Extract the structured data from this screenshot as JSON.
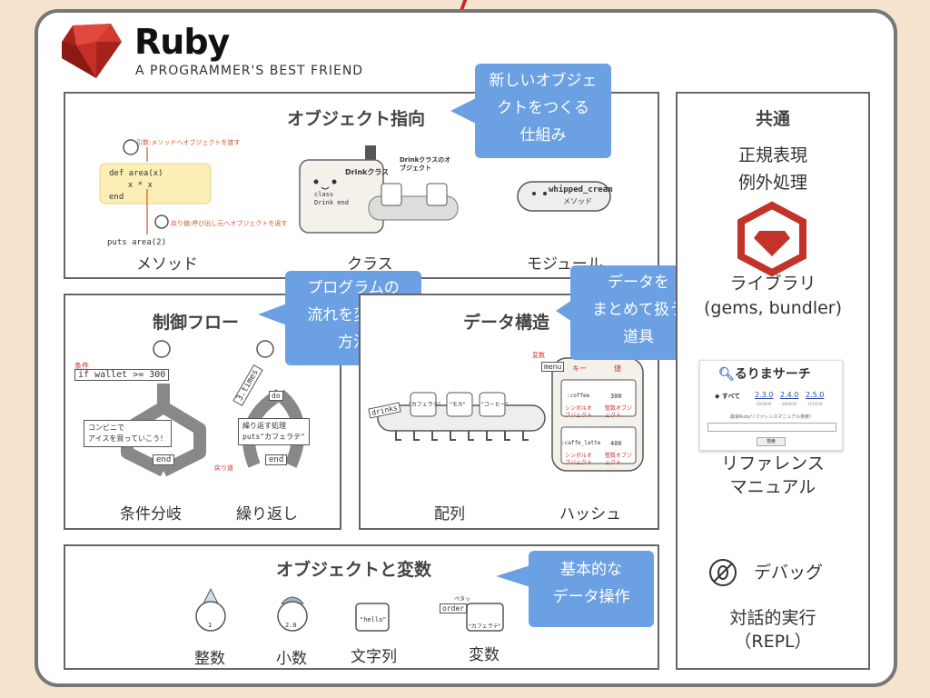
{
  "header": {
    "logo_title": "Ruby",
    "tagline": "A PROGRAMMER'S BEST FRIEND"
  },
  "colors": {
    "accent_red": "#cc342d",
    "bubble_blue": "#6ba0e3",
    "background": "#f6e3cd",
    "panel_border": "#666666"
  },
  "oop": {
    "title": "オブジェクト指向",
    "bubble": [
      "新しいオブジェ",
      "クトをつくる",
      "仕組み"
    ],
    "items": [
      {
        "label": "メソッド",
        "arg_note": "引数:メソッドへオブジェクトを渡す",
        "return_note": "戻り値:呼び出し元へオブジェクトを返す",
        "code": [
          "def area(x)",
          "  x * x",
          "end"
        ],
        "call": "puts area(2)"
      },
      {
        "label": "クラス",
        "class_label": "Drinkクラス",
        "object_label": "Drinkクラスのオブジェクト",
        "code": "class Drink end"
      },
      {
        "label": "モジュール",
        "module_name": "whipped_cream",
        "module_sub": "メソッド"
      }
    ]
  },
  "control": {
    "title": "制御フロー",
    "bubble": [
      "プログラムの",
      "流れを変える",
      "方法"
    ],
    "branch": {
      "label": "条件分岐",
      "cond_tag": "条件",
      "cond": "if wallet >= 300",
      "body": [
        "コンビニで",
        "アイスを買っていこう！"
      ],
      "end": "end"
    },
    "loop": {
      "label": "繰り返し",
      "times": "3.times",
      "do": "do",
      "body": [
        "繰り返す処理",
        "puts\"カフェラテ\""
      ],
      "end": "end",
      "back": "戻り道"
    }
  },
  "data": {
    "title": "データ構造",
    "bubble": [
      "データを",
      "まとめて扱う",
      "道具"
    ],
    "array": {
      "label": "配列",
      "var": "drinks",
      "items": [
        "\"カフェラテ\"",
        "\"モカ\"",
        "\"コーヒー\""
      ]
    },
    "hash": {
      "label": "ハッシュ",
      "var_tag": "変数",
      "var": "menu",
      "key_label": "キー",
      "value_label": "値",
      "rows": [
        {
          "key": ":coffee",
          "value": "300",
          "key_type": "シンボルオブジェクト",
          "value_type": "整数オブジェクト"
        },
        {
          "key": ":caffe_latte",
          "value": "400",
          "key_type": "シンボルオブジェクト",
          "value_type": "整数オブジェクト"
        }
      ]
    }
  },
  "vars": {
    "title": "オブジェクトと変数",
    "bubble": [
      "基本的な",
      "データ操作"
    ],
    "items": [
      {
        "label": "整数",
        "value": "1"
      },
      {
        "label": "小数",
        "value": "2.0"
      },
      {
        "label": "文字列",
        "value": "\"hello\""
      },
      {
        "label": "変数",
        "value": "\"カフェラテ\"",
        "tag": "order",
        "tag_note": "ペタッ"
      }
    ]
  },
  "common": {
    "title": "共通",
    "lines": [
      "正規表現",
      "例外処理"
    ],
    "library": [
      "ライブラリ",
      "(gems, bundler)"
    ],
    "search": {
      "title": "るりまサーチ",
      "all": "すべて",
      "versions": [
        "2.3.0",
        "2.4.0",
        "2.5.0"
      ],
      "counts": [
        "00000件",
        "00000件",
        "15141件"
      ],
      "desc": "最速Rubyリファレンスマニュアル検索！",
      "button": "検索"
    },
    "reference": [
      "リファレンス",
      "マニュアル"
    ],
    "debug": "デバッグ",
    "repl": [
      "対話的実行",
      "（REPL）"
    ]
  }
}
